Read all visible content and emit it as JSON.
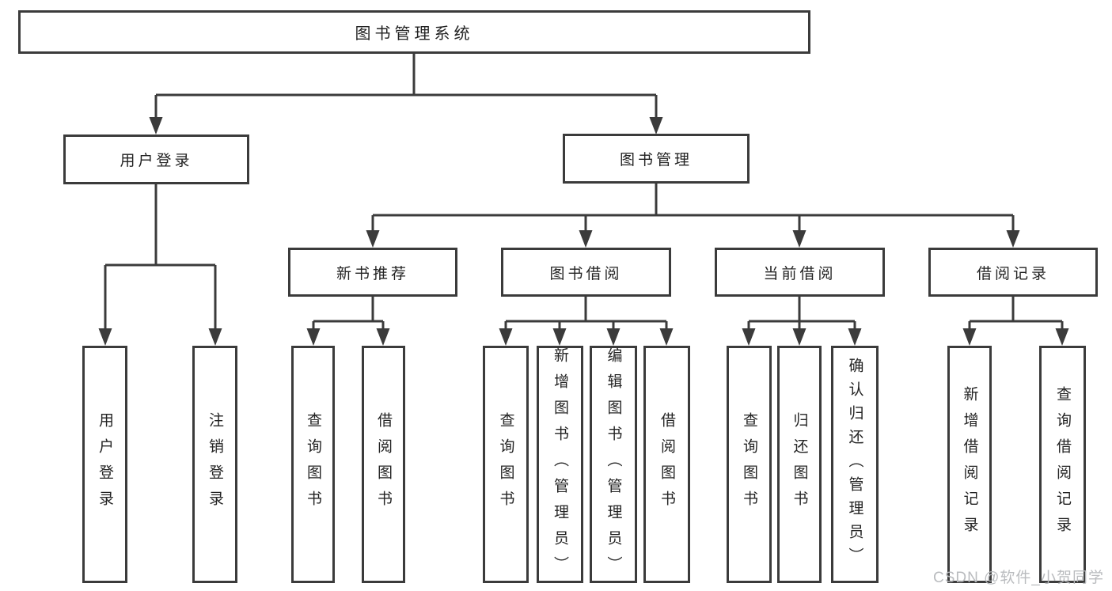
{
  "diagram": {
    "title": "图书管理系统",
    "nodes": {
      "root": {
        "label": "图书管理系统"
      },
      "user_login": {
        "label": "用户登录"
      },
      "book_mgmt": {
        "label": "图书管理"
      },
      "new_book_rec": {
        "label": "新书推荐"
      },
      "book_borrow": {
        "label": "图书借阅"
      },
      "current_borrow": {
        "label": "当前借阅"
      },
      "borrow_record": {
        "label": "借阅记录"
      },
      "leaves": [
        {
          "label": "用户登录"
        },
        {
          "label": "注销登录"
        },
        {
          "label": "查询图书"
        },
        {
          "label": "借阅图书"
        },
        {
          "label": "查询图书"
        },
        {
          "label": "新增图书（管理员）"
        },
        {
          "label": "编辑图书（管理员）"
        },
        {
          "label": "借阅图书"
        },
        {
          "label": "查询图书"
        },
        {
          "label": "归还图书"
        },
        {
          "label": "确认归还（管理员）"
        },
        {
          "label": "新增借阅记录"
        },
        {
          "label": "查询借阅记录"
        }
      ]
    },
    "colors": {
      "line": "#3b3b3b",
      "text": "#232323",
      "background": "#ffffff",
      "watermark": "#b6b8bc"
    }
  },
  "watermark": {
    "text": "CSDN @软件_小贺同学"
  }
}
